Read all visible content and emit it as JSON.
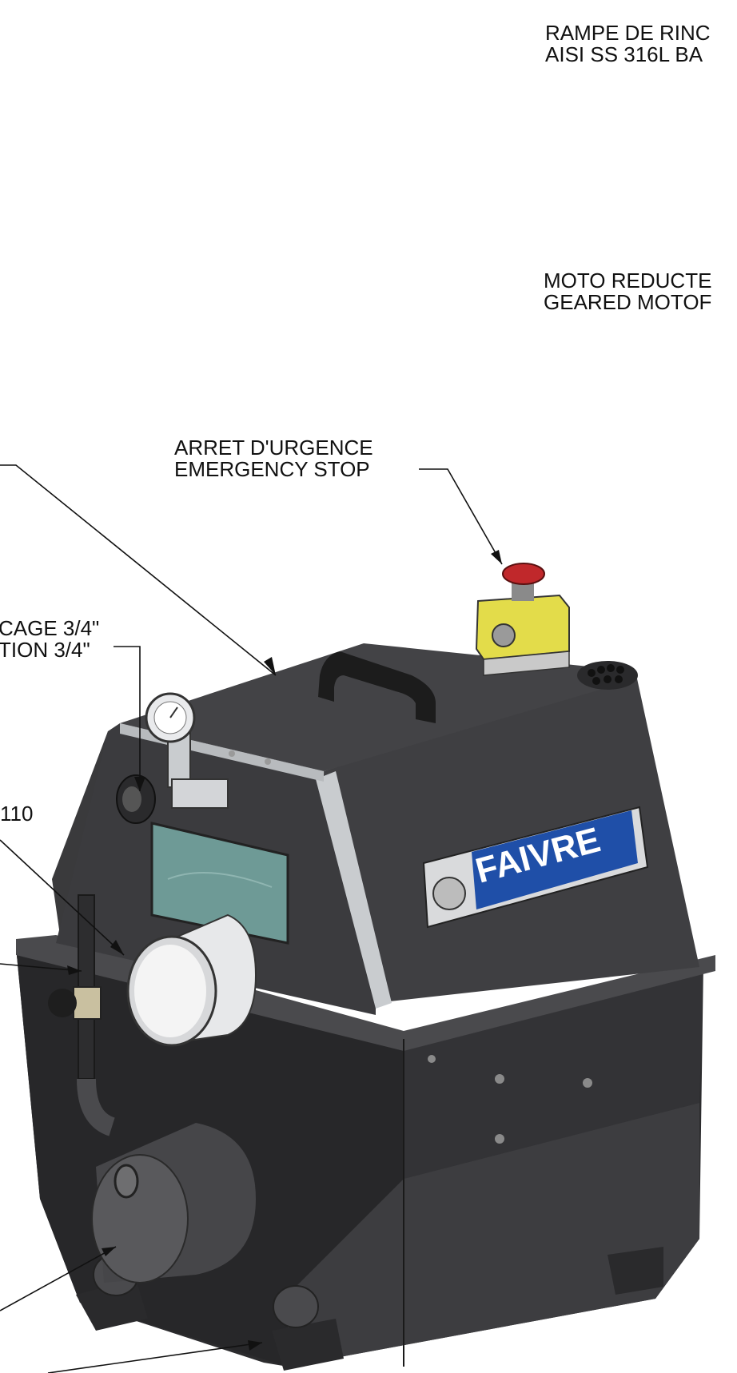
{
  "labels": {
    "rinse_ramp": {
      "line1": "RAMPE DE RINC",
      "line2": "AISI SS 316L BA"
    },
    "geared_motor": {
      "line1": "MOTO REDUCTE",
      "line2": "GEARED MOTOF"
    },
    "emergency_stop": {
      "line1": "ARRET D'URGENCE",
      "line2": "EMERGENCY STOP"
    },
    "rinse_inlet": {
      "line1": "CAGE 3/4\"",
      "line2": "TION 3/4\""
    },
    "diameter": {
      "line1": "110"
    }
  },
  "brand_plate": {
    "text": "FAIVRE",
    "color": "#1f4fa8"
  },
  "colors": {
    "body": "#3a3a3c",
    "body_dark": "#2a2a2c",
    "body_light": "#4a4a4d",
    "steel": "#c9cccf",
    "stop_box": "#e3dc4a",
    "stop_button": "#c0282b",
    "window": "#6e9a96"
  }
}
